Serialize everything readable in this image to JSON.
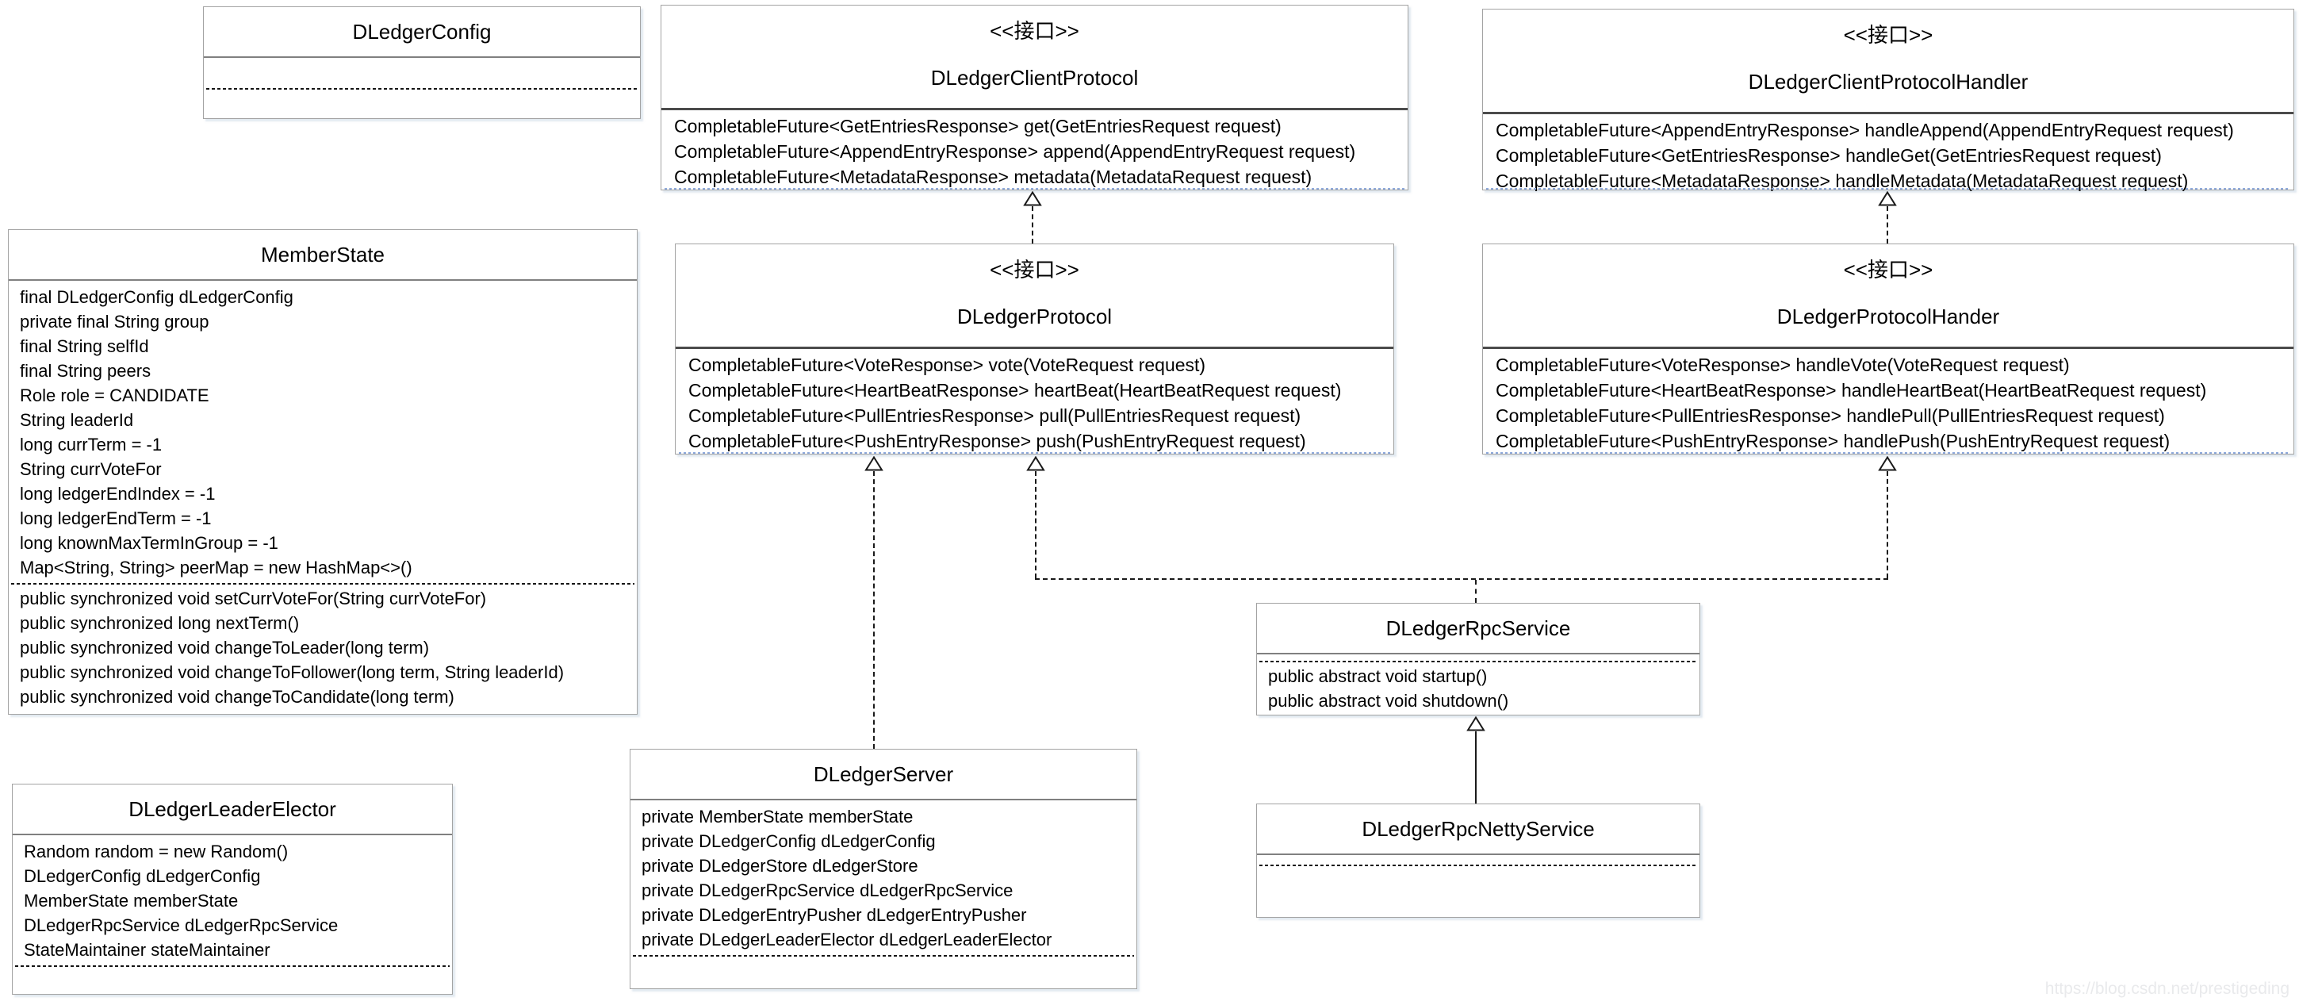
{
  "watermark": "https://blog.csdn.net/prestigeding",
  "classes": {
    "dledger_config": {
      "title": "DLedgerConfig",
      "fields": [],
      "methods": []
    },
    "member_state": {
      "title": "MemberState",
      "fields": [
        "final DLedgerConfig dLedgerConfig",
        "private final String group",
        "final String selfId",
        "final String peers",
        "Role role = CANDIDATE",
        "String leaderId",
        "long currTerm = -1",
        "String currVoteFor",
        "long ledgerEndIndex = -1",
        "long ledgerEndTerm = -1",
        "long knownMaxTermInGroup = -1",
        "Map<String, String> peerMap = new HashMap<>()"
      ],
      "methods": [
        "public synchronized void setCurrVoteFor(String currVoteFor)",
        "public synchronized long nextTerm()",
        "public synchronized void changeToLeader(long term)",
        "public synchronized void changeToFollower(long term, String leaderId)",
        "public synchronized void changeToCandidate(long term)"
      ]
    },
    "dledger_leader_elector": {
      "title": "DLedgerLeaderElector",
      "fields": [
        "Random random = new Random()",
        "DLedgerConfig dLedgerConfig",
        "MemberState memberState",
        "DLedgerRpcService dLedgerRpcService",
        "StateMaintainer stateMaintainer"
      ],
      "methods": []
    },
    "dledger_client_protocol": {
      "stereotype": "<<接口>>",
      "title": "DLedgerClientProtocol",
      "methods": [
        "CompletableFuture<GetEntriesResponse> get(GetEntriesRequest request)",
        "CompletableFuture<AppendEntryResponse> append(AppendEntryRequest request)",
        "CompletableFuture<MetadataResponse> metadata(MetadataRequest request)"
      ]
    },
    "dledger_protocol": {
      "stereotype": "<<接口>>",
      "title": "DLedgerProtocol",
      "methods": [
        "CompletableFuture<VoteResponse> vote(VoteRequest request)",
        "CompletableFuture<HeartBeatResponse> heartBeat(HeartBeatRequest request)",
        "CompletableFuture<PullEntriesResponse> pull(PullEntriesRequest request)",
        "CompletableFuture<PushEntryResponse> push(PushEntryRequest request)"
      ]
    },
    "dledger_server": {
      "title": "DLedgerServer",
      "fields": [
        "private MemberState memberState",
        "private DLedgerConfig dLedgerConfig",
        "private DLedgerStore dLedgerStore",
        "private DLedgerRpcService dLedgerRpcService",
        "private DLedgerEntryPusher dLedgerEntryPusher",
        "private DLedgerLeaderElector dLedgerLeaderElector"
      ],
      "methods": []
    },
    "dledger_client_protocol_handler": {
      "stereotype": "<<接口>>",
      "title": "DLedgerClientProtocolHandler",
      "methods": [
        "CompletableFuture<AppendEntryResponse> handleAppend(AppendEntryRequest request)",
        "CompletableFuture<GetEntriesResponse> handleGet(GetEntriesRequest request)",
        "CompletableFuture<MetadataResponse> handleMetadata(MetadataRequest request)"
      ]
    },
    "dledger_protocol_hander": {
      "stereotype": "<<接口>>",
      "title": "DLedgerProtocolHander",
      "methods": [
        "CompletableFuture<VoteResponse> handleVote(VoteRequest request)",
        "CompletableFuture<HeartBeatResponse> handleHeartBeat(HeartBeatRequest request)",
        "CompletableFuture<PullEntriesResponse> handlePull(PullEntriesRequest request)",
        "CompletableFuture<PushEntryResponse> handlePush(PushEntryRequest request)"
      ]
    },
    "dledger_rpc_service": {
      "title": "DLedgerRpcService",
      "fields": [],
      "methods": [
        "public abstract void startup()",
        "public abstract void shutdown()"
      ]
    },
    "dledger_rpc_netty_service": {
      "title": "DLedgerRpcNettyService",
      "fields": [],
      "methods": []
    }
  },
  "relations": [
    {
      "from": "DLedgerProtocol",
      "to": "DLedgerClientProtocol",
      "style": "dashed",
      "arrow": "hollow-triangle"
    },
    {
      "from": "DLedgerProtocolHander",
      "to": "DLedgerClientProtocolHandler",
      "style": "dashed",
      "arrow": "hollow-triangle"
    },
    {
      "from": "DLedgerServer",
      "to": "DLedgerProtocol",
      "style": "dashed",
      "arrow": "hollow-triangle"
    },
    {
      "from": "DLedgerRpcService",
      "to": "DLedgerProtocol",
      "style": "dashed",
      "arrow": "hollow-triangle"
    },
    {
      "from": "DLedgerRpcService",
      "to": "DLedgerProtocolHander",
      "style": "dashed",
      "arrow": "hollow-triangle"
    },
    {
      "from": "DLedgerRpcNettyService",
      "to": "DLedgerRpcService",
      "style": "solid",
      "arrow": "hollow-triangle"
    }
  ]
}
